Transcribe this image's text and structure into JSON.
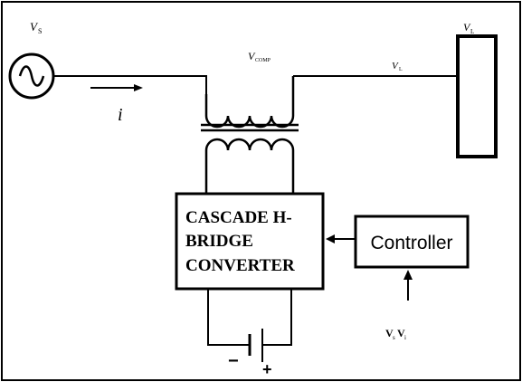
{
  "labels": {
    "source": "V",
    "source_sub": "S",
    "comp": "V",
    "comp_sub": "COMP",
    "line_voltage": "V",
    "line_voltage_sub": "L",
    "load": "V",
    "load_sub": "L",
    "current": "i",
    "converter_lines": [
      "CASCADE H-",
      "BRIDGE",
      "CONVERTER"
    ],
    "controller": "Controller",
    "controller_input": "V",
    "controller_input_sub1": "s",
    "controller_input_2": "V",
    "controller_input_sub2": "i",
    "minus": "−",
    "plus": "+"
  }
}
